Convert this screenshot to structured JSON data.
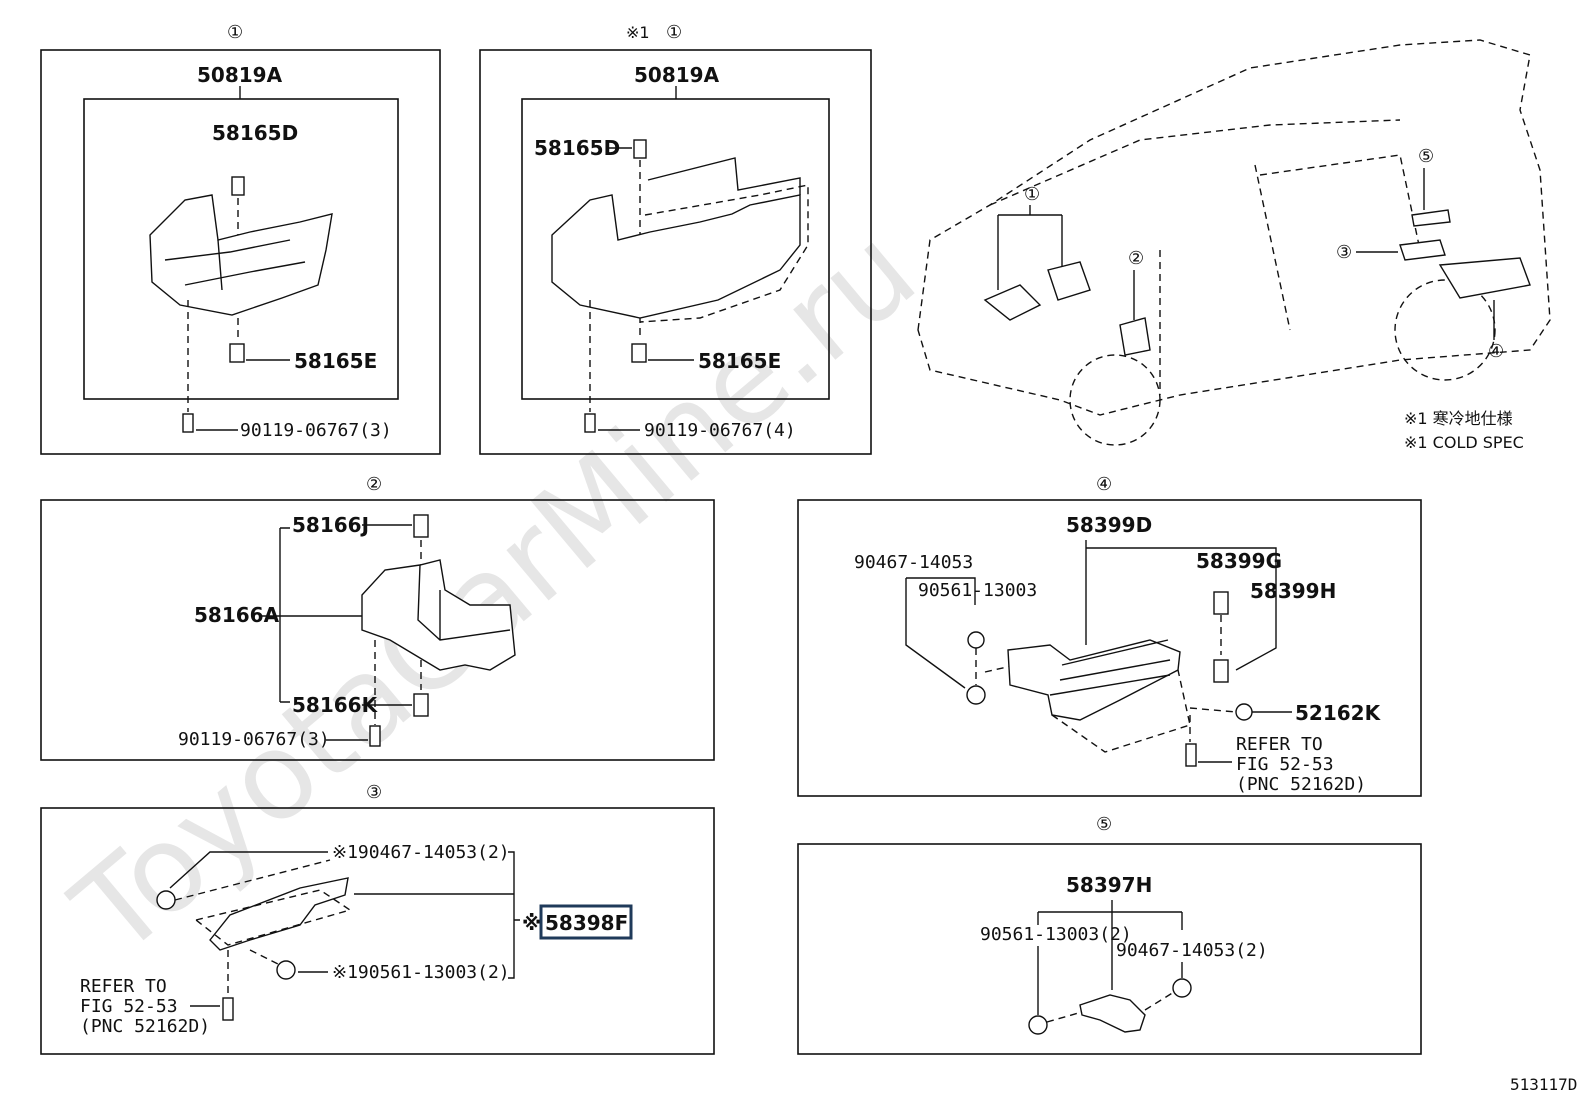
{
  "diagram_id": "513117D",
  "watermark": "ToyotaCarMine.ru",
  "notes": {
    "line1": "※1 寒冷地仕様",
    "line2": "※1 COLD SPEC"
  },
  "panels": {
    "p1": {
      "index": "①",
      "assembly": "50819A",
      "clip_top": "58165D",
      "clip_bottom": "58165E",
      "bolt": "90119-06767(3)"
    },
    "p1c": {
      "prefix": "※1",
      "index": "①",
      "assembly": "50819A",
      "clip_top": "58165D",
      "clip_bottom": "58165E",
      "bolt": "90119-06767(4)"
    },
    "p2": {
      "index": "②",
      "assembly": "58166A",
      "clip_top": "58166J",
      "clip_bottom": "58166K",
      "bolt": "90119-06767(3)"
    },
    "p3": {
      "index": "③",
      "nut": "※190467-14053(2)",
      "assembly_prefix": "※",
      "assembly": "58398F",
      "nut2": "※190561-13003(2)",
      "refer1": "REFER TO",
      "refer2": "FIG 52-53",
      "refer3": "(PNC 52162D)"
    },
    "p4": {
      "index": "④",
      "assembly": "58399D",
      "nut": "90467-14053",
      "nut2": "90561-13003",
      "clip1": "58399G",
      "clip2": "58399H",
      "clip3": "52162K",
      "refer1": "REFER TO",
      "refer2": "FIG 52-53",
      "refer3": "(PNC 52162D)"
    },
    "p5": {
      "index": "⑤",
      "assembly": "58397H",
      "nut": "90561-13003(2)",
      "nut2": "90467-14053(2)"
    }
  },
  "vehicle": {
    "callouts": [
      "①",
      "②",
      "③",
      "④",
      "⑤"
    ]
  }
}
